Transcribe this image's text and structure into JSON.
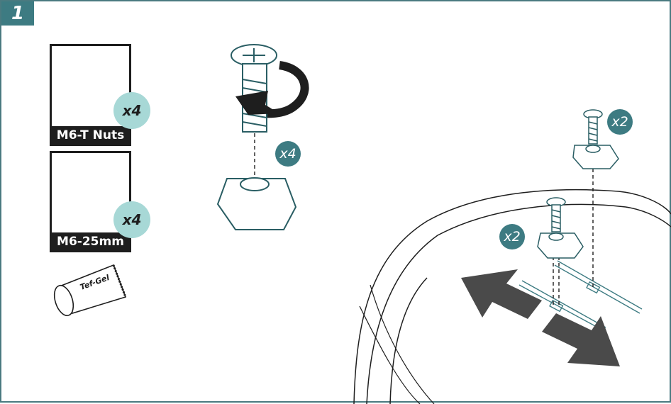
{
  "step": {
    "number": "1"
  },
  "parts": [
    {
      "label": "M6-T Nuts",
      "quantity": "x4",
      "icon": "t-nut-icon"
    },
    {
      "label": "M6-25mm",
      "quantity": "x4",
      "icon": "bolt-icon"
    }
  ],
  "gel_tube": {
    "label": "Tef-Gel",
    "icon": "gel-tube-icon"
  },
  "assembly": {
    "quantity": "x4"
  },
  "installation": {
    "left_quantity": "x2",
    "right_quantity": "x2"
  },
  "colors": {
    "frame": "#4a7a80",
    "accent_dark": "#3d7b82",
    "accent_light": "#a7d8d6",
    "ink": "#1e1e1e",
    "arrow": "#4a4a4a"
  }
}
